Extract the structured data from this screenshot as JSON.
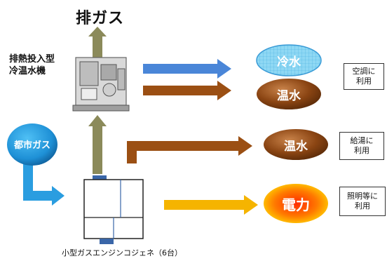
{
  "exhaust_gas_label": "排ガス",
  "absorber": {
    "label": "排熱投入型\n冷温水機"
  },
  "city_gas": {
    "label": "都市ガス"
  },
  "cogeneration": {
    "label": "小型ガスエンジンコジェネ（6台）"
  },
  "outputs": [
    {
      "label": "冷水",
      "color": "#7fd0f0"
    },
    {
      "label": "温水",
      "color": "#8b4513"
    },
    {
      "label": "温水",
      "color": "#8b4513"
    },
    {
      "label": "電力",
      "color": "#ff6a00"
    }
  ],
  "uses": [
    {
      "label": "空調に\n利用"
    },
    {
      "label": "給湯に\n利用"
    },
    {
      "label": "照明等に\n利用"
    }
  ],
  "colors": {
    "exhaust_arrow": "#8b8a5a",
    "chilled_arrow": "#4a86d8",
    "hot_arrow": "#9b4f13",
    "power_arrow": "#f5b400",
    "city_gas": "#1e90d6"
  }
}
